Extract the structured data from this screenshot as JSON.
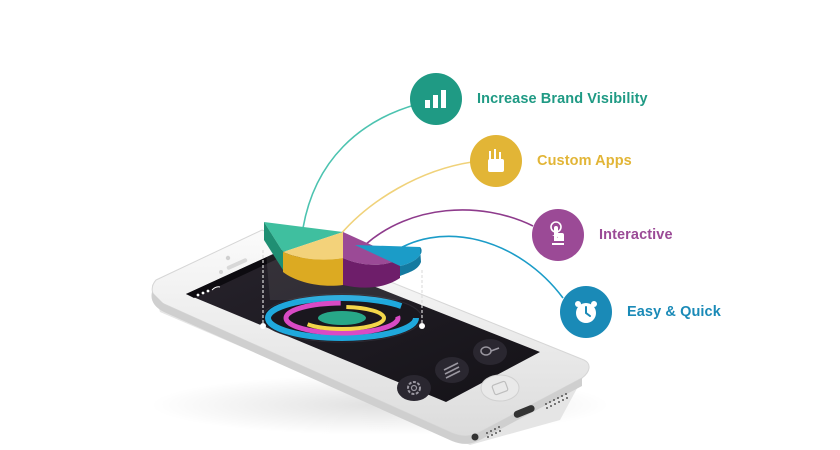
{
  "features": [
    {
      "label": "Increase Brand Visibility",
      "icon": "bar-chart-icon",
      "color": "#1f9a84"
    },
    {
      "label": "Custom Apps",
      "icon": "pencil-cup-icon",
      "color": "#e2b536"
    },
    {
      "label": "Interactive",
      "icon": "tap-hand-icon",
      "color": "#9b4a96"
    },
    {
      "label": "Easy & Quick",
      "icon": "alarm-clock-icon",
      "color": "#1a8ab7"
    }
  ],
  "phone": {
    "screen_buttons": [
      {
        "icon": "gear-icon"
      },
      {
        "icon": "menu-lines-icon"
      },
      {
        "icon": "search-icon"
      }
    ],
    "status_icons": [
      "signal-dots-icon",
      "wifi-icon"
    ]
  },
  "colors": {
    "teal": "#1f9a84",
    "teal_line": "#4cc3b0",
    "yellow": "#e2b536",
    "yellow_line": "#f0d27a",
    "purple": "#9b4a96",
    "purple_line": "#8e3b8c",
    "blue": "#1a8ab7",
    "blue_line": "#1b9cc8",
    "screen": "#1e1b22"
  }
}
